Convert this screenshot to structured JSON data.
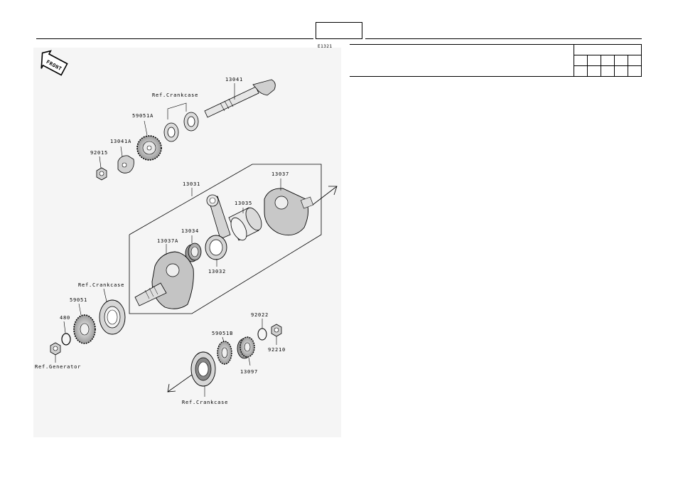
{
  "page": {
    "header_box_text": "",
    "diagram_code": "E1321"
  },
  "front_marker": "FRONT",
  "labels": {
    "p13041": "13041",
    "ref_crankcase_top": "Ref.Crankcase",
    "p59051A": "59051A",
    "p13041A": "13041A",
    "p92015": "92015",
    "p13031": "13031",
    "p13037": "13037",
    "p13035": "13035",
    "p13034": "13034",
    "p13037A": "13037A",
    "p13032": "13032",
    "ref_crankcase_mid": "Ref.Crankcase",
    "p59051": "59051",
    "p480": "480",
    "ref_generator": "Ref.Generator",
    "p92022": "92022",
    "p59051B": "59051B",
    "p92210": "92210",
    "p13097": "13097",
    "ref_crankcase_bottom": "Ref.Crankcase"
  },
  "colors": {
    "line": "#000000",
    "diagram_bg": "#f5f5f5",
    "part_fill": "#d8d8d8",
    "part_dark": "#8a8a8a"
  }
}
